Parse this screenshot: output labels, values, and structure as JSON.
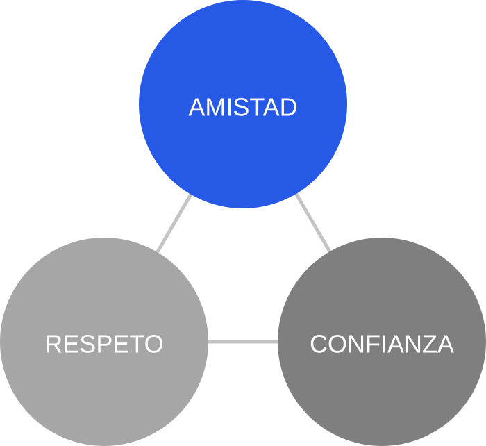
{
  "diagram": {
    "connector_color": "#c4c4c4",
    "nodes": [
      {
        "id": "amistad",
        "label": "AMISTAD",
        "color": "#2659e6"
      },
      {
        "id": "respeto",
        "label": "RESPETO",
        "color": "#a6a6a6"
      },
      {
        "id": "confianza",
        "label": "CONFIANZA",
        "color": "#7f7f7f"
      }
    ]
  }
}
